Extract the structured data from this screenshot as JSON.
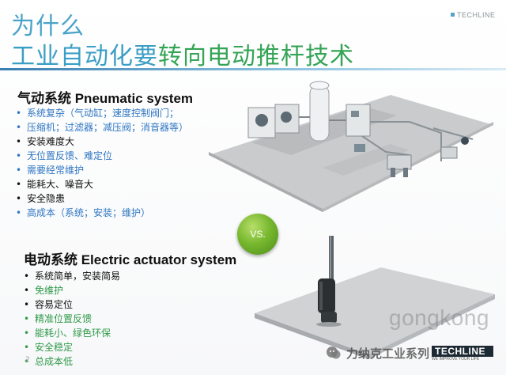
{
  "header": {
    "title_line1": "为什么",
    "title_line2_part1": "工业自动化要",
    "title_line2_part2": "转向电动推杆技术",
    "logo_text": "TECHLINE"
  },
  "pneumatic": {
    "heading": "气动系统  Pneumatic system",
    "items": [
      {
        "text": "系统复杂（气动缸；速度控制阀门；",
        "color": "blue"
      },
      {
        "text": "压缩机；过滤器；减压阀；消音器等）",
        "color": "blue"
      },
      {
        "text": "安装难度大",
        "color": "black"
      },
      {
        "text": "无位置反馈、难定位",
        "color": "blue"
      },
      {
        "text": "需要经常维护",
        "color": "blue"
      },
      {
        "text": "能耗大、噪音大",
        "color": "black"
      },
      {
        "text": "安全隐患",
        "color": "black"
      },
      {
        "text": "高成本（系统；安装；维护）",
        "color": "blue"
      }
    ]
  },
  "vs_label": "VS.",
  "electric": {
    "heading": "电动系统 Electric actuator system",
    "items": [
      {
        "text": " 系统简单，安装简易",
        "color": "black"
      },
      {
        "text": "免维护",
        "color": "green"
      },
      {
        "text": "容易定位",
        "color": "black"
      },
      {
        "text": "精准位置反馈",
        "color": "green"
      },
      {
        "text": "能耗小、绿色环保",
        "color": "green"
      },
      {
        "text": "安全稳定",
        "color": "green"
      },
      {
        "text": "总成本低",
        "color": "green"
      }
    ]
  },
  "watermark": {
    "site": "gongkong",
    "account": "力纳克工业系列",
    "brand": "TECHLINE",
    "tagline": "WE IMPROVE YOUR LIFE"
  }
}
